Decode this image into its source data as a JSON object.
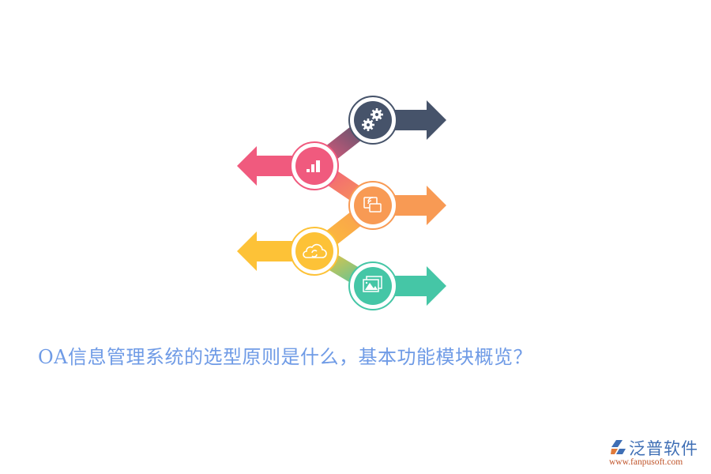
{
  "title": "OA信息管理系统的选型原则是什么，基本功能模块概览？",
  "logo": {
    "name": "泛普软件",
    "url": "www.fanpusoft.com"
  },
  "diagram": {
    "nodes": [
      {
        "id": 1,
        "icon": "gears-icon",
        "color": "#46536a",
        "direction": "right"
      },
      {
        "id": 2,
        "icon": "bar-chart-icon",
        "color": "#f05a7e",
        "direction": "left"
      },
      {
        "id": 3,
        "icon": "screen-cast-icon",
        "color": "#f89a54",
        "direction": "right"
      },
      {
        "id": 4,
        "icon": "cloud-sync-icon",
        "color": "#fdc237",
        "direction": "left"
      },
      {
        "id": 5,
        "icon": "image-gallery-icon",
        "color": "#45c6a6",
        "direction": "right"
      }
    ]
  },
  "colors": {
    "title": "#6f9be6",
    "logo_blue": "#3f6fb5",
    "logo_orange": "#c0552b"
  }
}
